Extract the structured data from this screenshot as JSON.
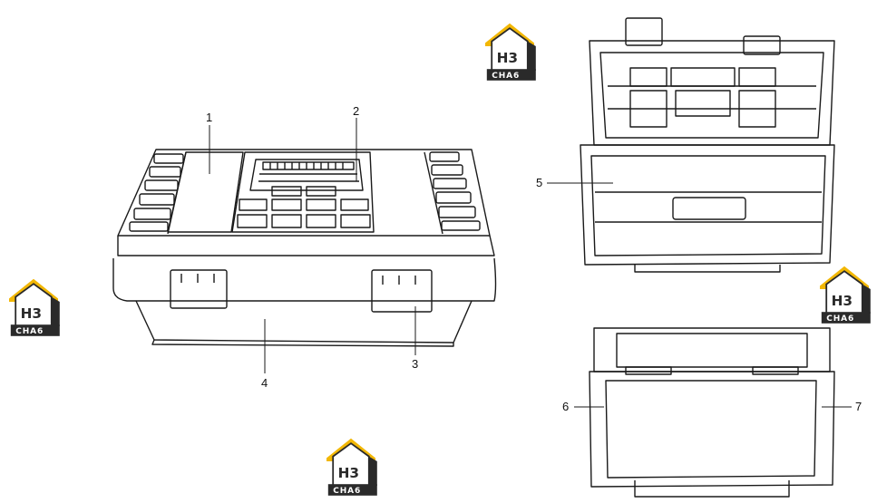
{
  "callouts": [
    {
      "id": "1",
      "label": "1"
    },
    {
      "id": "2",
      "label": "2"
    },
    {
      "id": "3",
      "label": "3"
    },
    {
      "id": "4",
      "label": "4"
    },
    {
      "id": "5",
      "label": "5"
    },
    {
      "id": "6",
      "label": "6"
    },
    {
      "id": "7",
      "label": "7"
    }
  ],
  "watermark": {
    "line1": "H3",
    "line2": "CHA6",
    "accent_color": "#f2b705",
    "dark_color": "#2a2a2a"
  },
  "colors": {
    "line": "#1a1a1a",
    "background": "#ffffff"
  }
}
